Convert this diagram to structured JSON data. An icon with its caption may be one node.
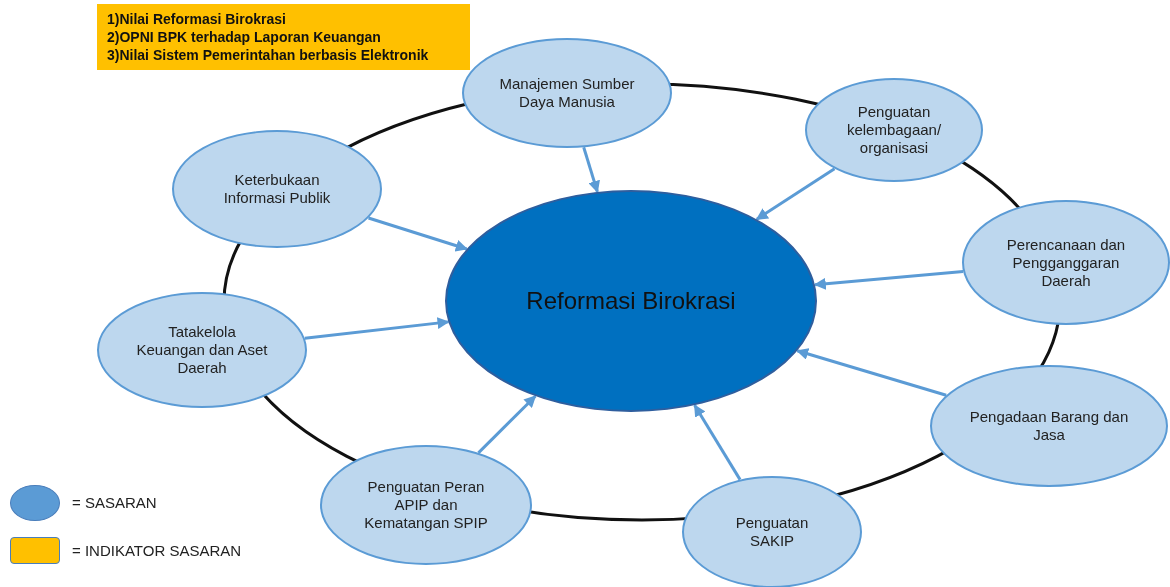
{
  "diagram": {
    "nodes": [
      {
        "text": [
          "1)Nilai Reformasi Birokrasi",
          "2)OPNI BPK terhadap Laporan Keuangan",
          "3)Nilai Sistem Pemerintahan berbasis Elektronik"
        ]
      },
      {
        "text": [
          "Manajemen Sumber Daya Manusia"
        ]
      },
      {
        "text": [
          "Penguatan kelembagaan/ organisasi"
        ]
      },
      {
        "text": [
          "Keterbukaan Informasi Publik"
        ]
      },
      {
        "text": [
          "Reformasi Birokrasi"
        ]
      },
      {
        "text": [
          "Perencanaan dan Pengganggaran Daerah"
        ]
      },
      {
        "text": [
          "Tatakelola Keuangan dan Aset Daerah"
        ]
      },
      {
        "text": [
          "Pengadaan Barang dan Jasa"
        ]
      },
      {
        "text": [
          "Penguatan Peran APIP dan Kematangan SPIP"
        ]
      },
      {
        "text": [
          "Penguatan SAKIP"
        ]
      }
    ],
    "edges": [
      {
        "from": 1,
        "to": 4,
        "arrow": "to"
      },
      {
        "from": 2,
        "to": 4,
        "arrow": "to"
      },
      {
        "from": 3,
        "to": 4,
        "arrow": "to"
      },
      {
        "from": 5,
        "to": 4,
        "arrow": "to"
      },
      {
        "from": 6,
        "to": 4,
        "arrow": "to"
      },
      {
        "from": 7,
        "to": 4,
        "arrow": "to"
      },
      {
        "from": 8,
        "to": 4,
        "arrow": "to"
      },
      {
        "from": 9,
        "to": 4,
        "arrow": "to"
      }
    ],
    "legend": [
      {
        "text": "= SASARAN",
        "color": "#5b9bd5"
      },
      {
        "text": "= INDIKATOR SASARAN",
        "color": "#ffc000"
      }
    ]
  }
}
